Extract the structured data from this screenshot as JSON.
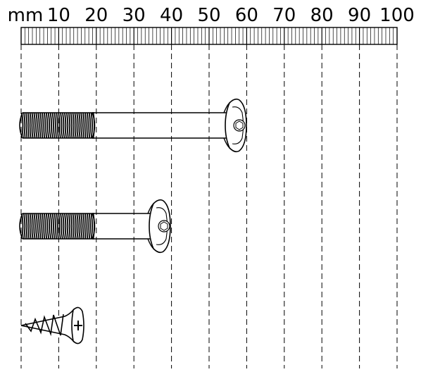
{
  "ruler": {
    "unit_label": "mm",
    "scale_marks": [
      "10",
      "20",
      "30",
      "40",
      "50",
      "60",
      "70",
      "80",
      "90",
      "100"
    ]
  },
  "hardware": [
    {
      "id": "long-bolt",
      "kind": "hex socket button-head bolt",
      "length_mm": 60
    },
    {
      "id": "short-bolt",
      "kind": "hex socket button-head bolt",
      "length_mm": 40
    },
    {
      "id": "wood-screw",
      "kind": "phillips countersunk screw",
      "length_mm": 18
    }
  ],
  "colors": {
    "ink": "#000000",
    "background": "#ffffff"
  }
}
